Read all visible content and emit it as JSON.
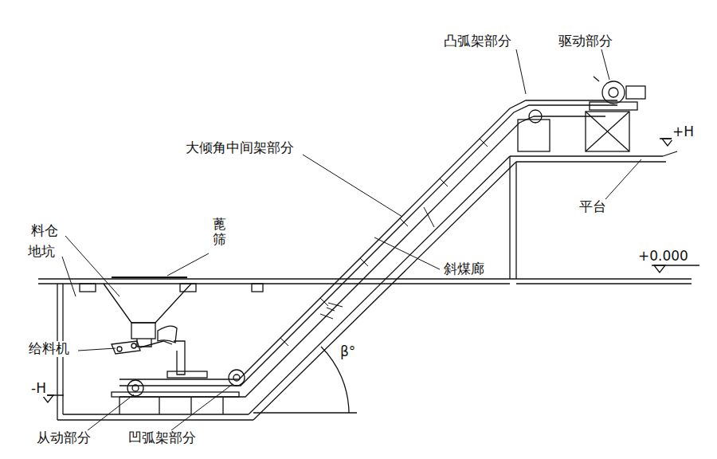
{
  "diagram": {
    "labels": [
      "凸弧架部分",
      "驱动部分",
      "+H",
      "大倾角中间架部分",
      "平台",
      "料仓",
      "蓖筛",
      "地坑",
      "斜煤廊",
      "+0.000",
      "给料机",
      "β°",
      "-H",
      "从动部分",
      "凹弧架部分"
    ]
  }
}
